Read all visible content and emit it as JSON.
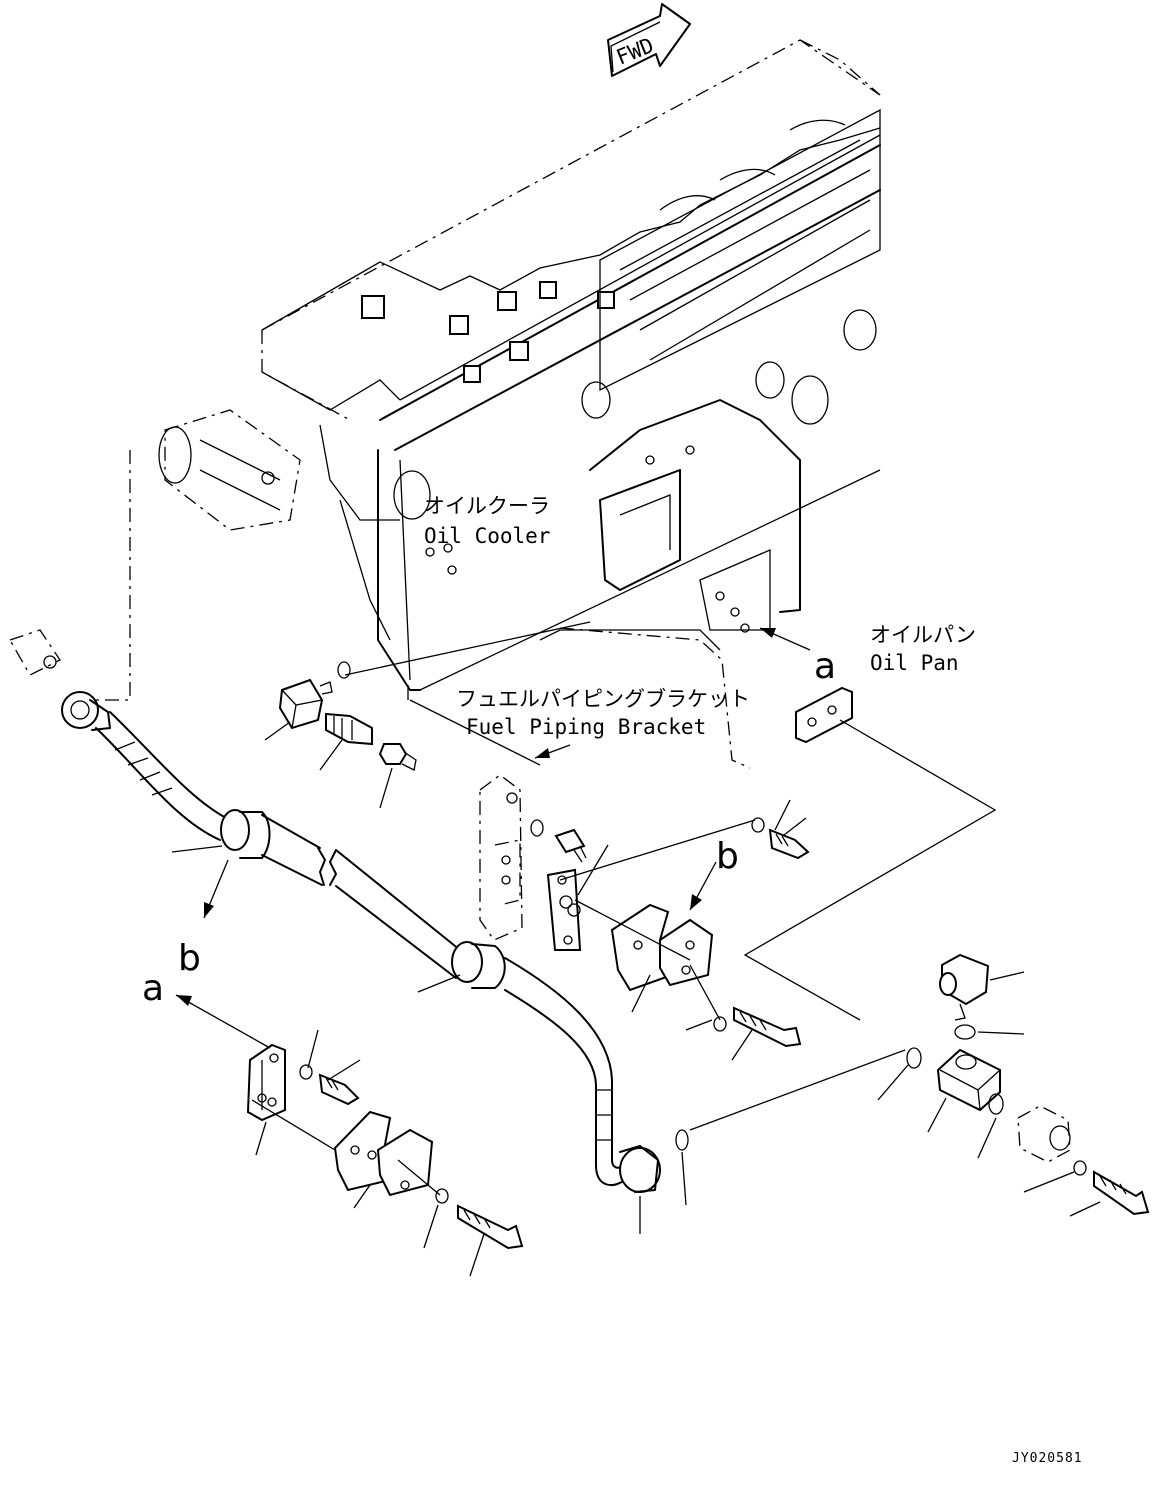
{
  "labels": {
    "fwd": "FWD",
    "oil_cooler_jp": "オイルクーラ",
    "oil_cooler_en": "Oil Cooler",
    "oil_pan_jp": "オイルパン",
    "oil_pan_en": "Oil Pan",
    "fuel_bracket_jp": "フュエルパイピングブラケット",
    "fuel_bracket_en": "Fuel Piping Bracket",
    "ref_a": "a",
    "ref_b": "b",
    "drawing_code": "JY020581"
  },
  "callout_a": "a",
  "callout_b": "b"
}
